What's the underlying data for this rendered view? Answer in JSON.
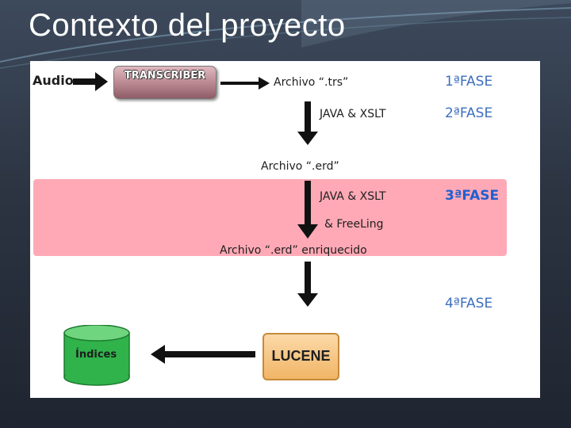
{
  "slide": {
    "title": "Contexto del proyecto"
  },
  "diagram": {
    "audio": "Audio",
    "transcriber": "TRANSCRIBER",
    "trs_file": "Archivo “.trs”",
    "java_xslt_1": "JAVA & XSLT",
    "erd_file": "Archivo “.erd”",
    "java_xslt_2": "JAVA & XSLT",
    "freeling": "& FreeLing",
    "enriched_file": "Archivo “.erd” enriquecido",
    "lucene": "LUCENE",
    "indices": "Índices"
  },
  "phases": [
    "1ªFASE",
    "2ªFASE",
    "3ªFASE",
    "4ªFASE"
  ],
  "colors": {
    "highlight_band": "#ffa9b6",
    "phase_text": "#3d6fbe",
    "lucene_fill": "#f1b566",
    "indices_fill": "#2fb34a",
    "transcriber_fill": "#b8868f"
  }
}
